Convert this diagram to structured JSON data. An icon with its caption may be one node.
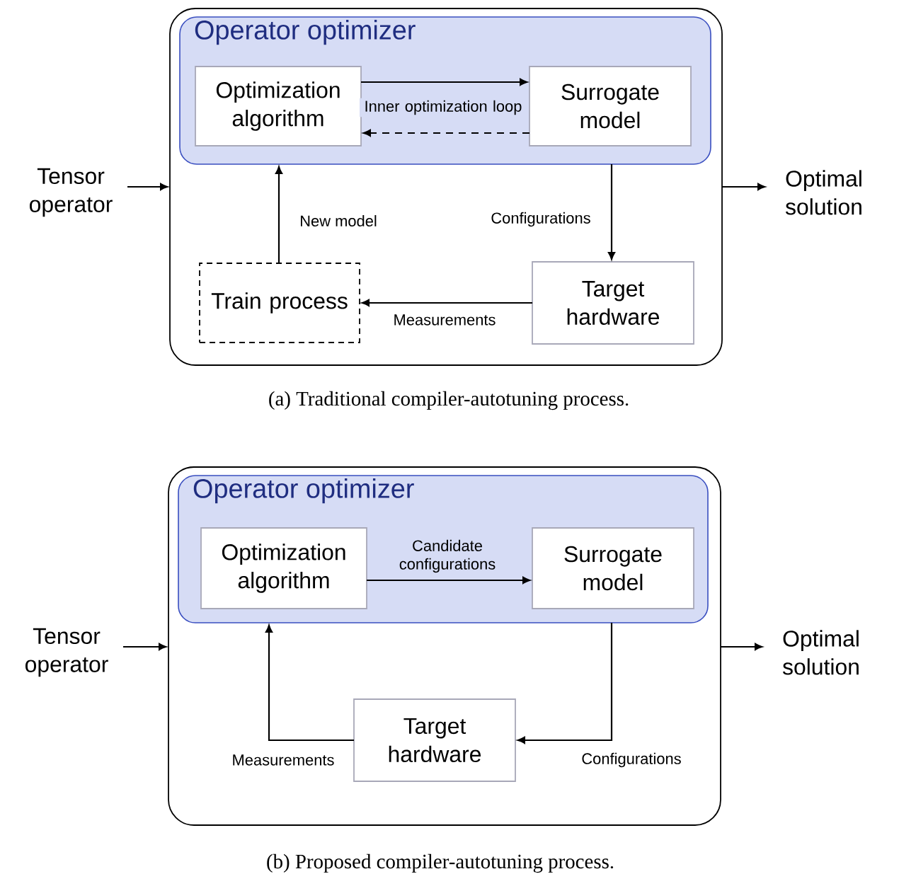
{
  "diagram": {
    "nodes": [
      {
        "text": [],
        "shape": "box"
      },
      {
        "text": [
          "Operator optimizer"
        ],
        "in": 0
      },
      {
        "text": [
          "Optimization algorithm"
        ],
        "in": 1
      },
      {
        "text": [
          "Surrogate model"
        ],
        "in": 1
      },
      {
        "text": [
          "Train process"
        ],
        "in": 0
      },
      {
        "text": [
          "Target hardware"
        ],
        "in": 0
      },
      {
        "text": [
          "Tensor operator"
        ]
      },
      {
        "text": [
          "Optimal solution"
        ]
      },
      {
        "text": [],
        "shape": "box"
      },
      {
        "text": [
          "Operator optimizer"
        ],
        "in": 8
      },
      {
        "text": [
          "Optimization algorithm"
        ],
        "in": 9
      },
      {
        "text": [
          "Surrogate model"
        ],
        "in": 9
      },
      {
        "text": [
          "Target hardware"
        ],
        "in": 8
      },
      {
        "text": [
          "Tensor operator"
        ]
      },
      {
        "text": [
          "Optimal solution"
        ]
      }
    ],
    "edges": [
      {
        "from": 6,
        "to": 0,
        "arrow": "to"
      },
      {
        "from": 0,
        "to": 7,
        "arrow": "to"
      },
      {
        "from": 2,
        "to": 3,
        "arrow": "to",
        "label": "Inner optimization loop"
      },
      {
        "from": 3,
        "to": 2,
        "arrow": "to",
        "style": "dashed"
      },
      {
        "from": 1,
        "to": 5,
        "arrow": "to",
        "label": "Configurations"
      },
      {
        "from": 5,
        "to": 4,
        "arrow": "to",
        "label": "Measurements"
      },
      {
        "from": 4,
        "to": 1,
        "arrow": "to",
        "label": "New model"
      },
      {
        "from": 13,
        "to": 8,
        "arrow": "to"
      },
      {
        "from": 8,
        "to": 14,
        "arrow": "to"
      },
      {
        "from": 10,
        "to": 11,
        "arrow": "to",
        "label": "Candidate configurations"
      },
      {
        "from": 9,
        "to": 12,
        "arrow": "to",
        "label": "Configurations"
      },
      {
        "from": 12,
        "to": 9,
        "arrow": "to",
        "label": "Measurements"
      }
    ],
    "labels": [
      "(a) Traditional compiler-autotuning process.",
      "(b) Proposed compiler-autotuning process."
    ]
  }
}
